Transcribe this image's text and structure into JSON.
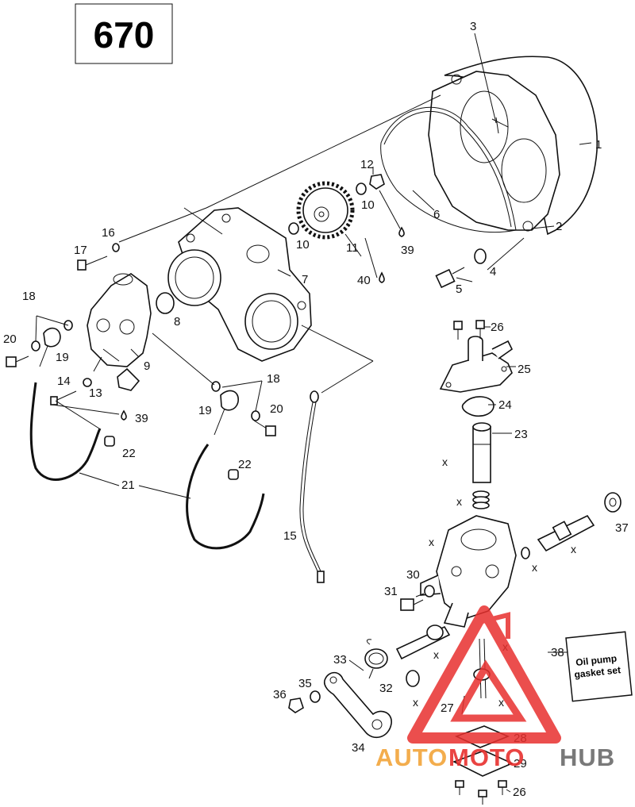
{
  "diagram_number": "670",
  "callouts": {
    "c1": "1",
    "c2": "2",
    "c3": "3",
    "c4": "4",
    "c5": "5",
    "c6": "6",
    "c7": "7",
    "c8": "8",
    "c9": "9",
    "c10a": "10",
    "c10b": "10",
    "c11": "11",
    "c12": "12",
    "c13": "13",
    "c14": "14",
    "c15": "15",
    "c16": "16",
    "c17": "17",
    "c18a": "18",
    "c18b": "18",
    "c19a": "19",
    "c19b": "19",
    "c20a": "20",
    "c20b": "20",
    "c21": "21",
    "c22a": "22",
    "c22b": "22",
    "c23": "23",
    "c24": "24",
    "c25": "25",
    "c26a": "26",
    "c26b": "26",
    "c27": "27",
    "c28": "28",
    "c29": "29",
    "c30": "30",
    "c31": "31",
    "c32": "32",
    "c33": "33",
    "c34": "34",
    "c35": "35",
    "c36": "36",
    "c37": "37",
    "c38": "38",
    "c39a": "39",
    "c39b": "39",
    "c40": "40"
  },
  "x_marks": {
    "x1": "x",
    "x2": "x",
    "x3": "x",
    "x4": "x",
    "x5": "x",
    "x6": "x",
    "x7": "x",
    "x8": "x",
    "x9": "x"
  },
  "gasket_set_label": {
    "line1": "Oil pump",
    "line2": "gasket set"
  },
  "watermark": {
    "part1": "AUTO",
    "part2": "MOTO",
    "part3": "HUB"
  },
  "colors": {
    "line_art": "#111111",
    "watermark_red": "#e8302e",
    "watermark_orange": "#f2a53a",
    "watermark_gray": "#6b6b6b"
  }
}
